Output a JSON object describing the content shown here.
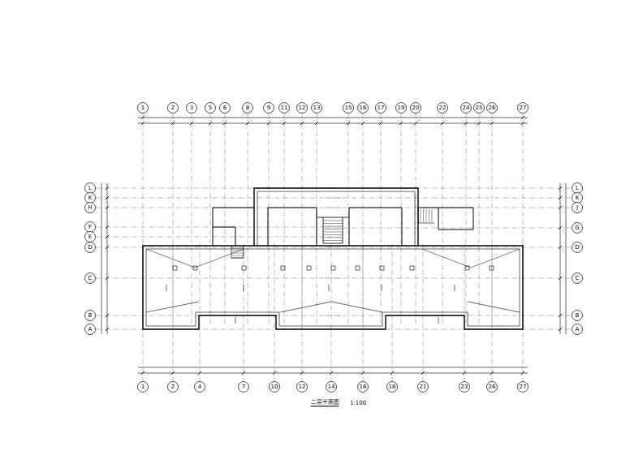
{
  "diagram": {
    "caption": "二层平面图",
    "labels": [
      "1",
      "2",
      "3",
      "5",
      "6",
      "8",
      "9",
      "11",
      "12",
      "13",
      "15",
      "16",
      "17",
      "19",
      "20",
      "22",
      "24",
      "25",
      "26",
      "27",
      "1",
      "2",
      "4",
      "7",
      "10",
      "12",
      "14",
      "16",
      "18",
      "21",
      "23",
      "26",
      "27",
      "L",
      "K",
      "H",
      "F",
      "E",
      "D",
      "C",
      "B",
      "A",
      "L",
      "K",
      "J",
      "G",
      "D",
      "C",
      "B",
      "A",
      "1:100"
    ]
  }
}
